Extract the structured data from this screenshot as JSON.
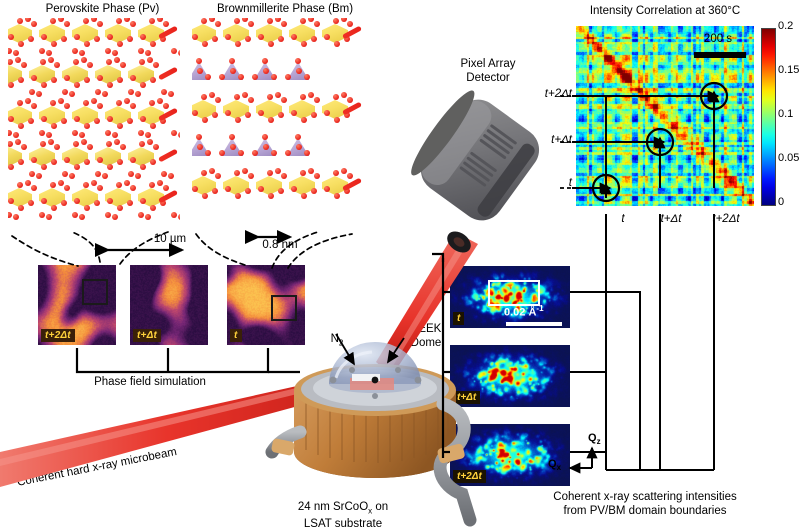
{
  "figure": {
    "title_pv": "Perovskite Phase (Pv)",
    "title_bm": "Brownmillerite Phase (Bm)",
    "corr_title": "Intensity Correlation at 360°C",
    "detector_label": "Pixel Array\nDetector",
    "beam_label": "Coherent hard x-ray microbeam",
    "sample_label": "24 nm SrCoO",
    "sample_label_sub": "x",
    "sample_label_tail": " on\nLSAT substrate",
    "scatter_caption": "Coherent x-ray scattering intensities\nfrom PV/BM domain boundaries",
    "phase_field_label": "Phase field simulation",
    "n2_label": "N",
    "n2_sub": "2",
    "peek_label": "PEEK\nDome",
    "scalebar_10um": "10 µm",
    "scalebar_08nm": "0.8 nm",
    "scalebar_200s": "200 s",
    "scalebar_q": "0.02 Å",
    "scalebar_q_sup": "-1",
    "axis_qz": "Q",
    "axis_qz_sub": "z",
    "axis_qx": "Q",
    "axis_qx_sub": "x"
  },
  "time_tags": {
    "t": "t",
    "t1": "t+Δt",
    "t2": "t+2Δt"
  },
  "phase_field": {
    "tiles": [
      {
        "tag": "t+2Δt"
      },
      {
        "tag": "t+Δt"
      },
      {
        "tag": "t"
      }
    ]
  },
  "scattering": {
    "tiles": [
      {
        "tag": "t"
      },
      {
        "tag": "t+Δt"
      },
      {
        "tag": "t+2Δt"
      }
    ]
  },
  "chart_data": {
    "type": "heatmap",
    "title": "Intensity Correlation at 360°C",
    "xlabel": "",
    "ylabel": "",
    "xticklabels": [
      "t",
      "t+Δt",
      "t+2Δt"
    ],
    "yticklabels": [
      "t",
      "t+Δt",
      "t+2Δt"
    ],
    "colormap": "jet",
    "colorbar": {
      "min": 0,
      "max": 0.2,
      "ticks": [
        0,
        0.05,
        0.1,
        0.15,
        0.2
      ],
      "ticklabels": [
        "0",
        "0.05",
        "0.1",
        "0.15",
        "0.2"
      ]
    },
    "scalebar": {
      "label": "200 s"
    },
    "annotations": [
      {
        "label": "t",
        "x": 0.18,
        "y": 0.18
      },
      {
        "label": "t+Δt",
        "x": 0.5,
        "y": 0.5
      },
      {
        "label": "t+2Δt",
        "x": 0.8,
        "y": 0.8
      }
    ],
    "description": "Two-time intensity autocorrelation matrix showing speckle decorrelation; diagonal peak values reach 0.2, off-diagonal background near 0.08-0.12."
  },
  "colors": {
    "octahedra": "#f2d95c",
    "tetrahedra": "#b7a5d4",
    "oxygen": "#e8231c",
    "beam": "#e8342b",
    "heater": "#c8813f",
    "dome": "#9aa7c4",
    "tag_bg": "#3a2008",
    "tag_fg": "#ffd23b",
    "cmap_low": "#00007f",
    "cmap_high": "#7f0000"
  }
}
